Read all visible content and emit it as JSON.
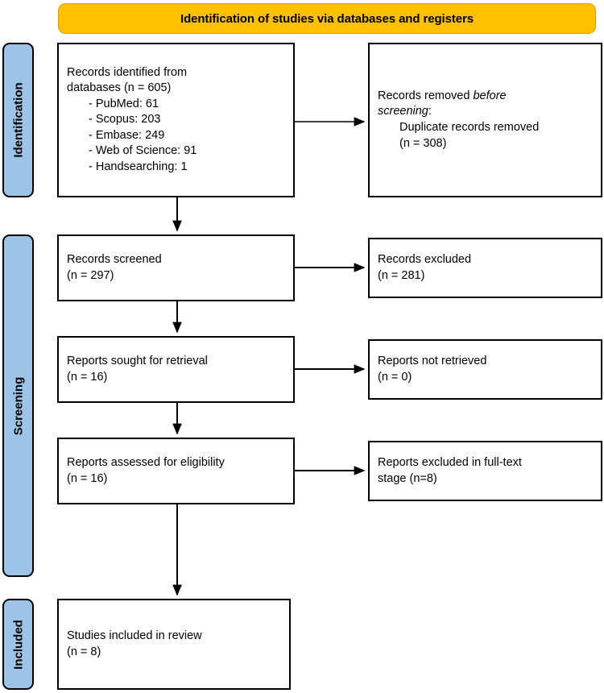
{
  "diagram": {
    "type": "prisma-flow-diagram",
    "title": "Identification of studies via databases and registers",
    "colors": {
      "header_fill": "#FFC000",
      "stage_fill": "#9DC3E6",
      "box_fill": "#FFFFFF",
      "stroke": "#000000"
    }
  },
  "header": {
    "label": "Identification of studies via databases and registers"
  },
  "stages": [
    {
      "key": "identification",
      "label": "Identification"
    },
    {
      "key": "screening",
      "label": "Screening"
    },
    {
      "key": "included",
      "label": "Included"
    }
  ],
  "boxes": {
    "identified": {
      "line1": "Records identified from",
      "line2": "databases (n = 605)",
      "sources": [
        "- PubMed: 61",
        "- Scopus: 203",
        "- Embase: 249",
        "- Web of Science: 91",
        "- Handsearching: 1"
      ]
    },
    "removed": {
      "line1_plain": "Records removed ",
      "line1_italic": "before",
      "line2_italic": "screening",
      "line2_plain": ":",
      "line3": "Duplicate records removed",
      "line4": "(n = 308)"
    },
    "screened": {
      "line1": "Records screened",
      "line2": "(n = 297)"
    },
    "excluded": {
      "line1": "Records excluded",
      "line2": "(n = 281)"
    },
    "sought": {
      "line1": "Reports sought for retrieval",
      "line2": "(n = 16)"
    },
    "not_retrieved": {
      "line1": "Reports not retrieved",
      "line2": "(n = 0)"
    },
    "assessed": {
      "line1": "Reports assessed for eligibility",
      "line2": "(n = 16)"
    },
    "excluded_fulltext": {
      "line1": "Reports excluded in full-text",
      "line2": "stage (n=8)"
    },
    "included": {
      "line1": "Studies included in review",
      "line2": "(n = 8)"
    }
  },
  "chart_data": {
    "type": "flowchart",
    "title": "Identification of studies via databases and registers",
    "stages": [
      "Identification",
      "Screening",
      "Included"
    ],
    "nodes": [
      {
        "id": "identified",
        "stage": "Identification",
        "label": "Records identified from databases",
        "n": 605
      },
      {
        "id": "removed",
        "stage": "Identification",
        "label": "Duplicate records removed before screening",
        "n": 308
      },
      {
        "id": "screened",
        "stage": "Screening",
        "label": "Records screened",
        "n": 297
      },
      {
        "id": "excluded",
        "stage": "Screening",
        "label": "Records excluded",
        "n": 281
      },
      {
        "id": "sought",
        "stage": "Screening",
        "label": "Reports sought for retrieval",
        "n": 16
      },
      {
        "id": "not_retrieved",
        "stage": "Screening",
        "label": "Reports not retrieved",
        "n": 0
      },
      {
        "id": "assessed",
        "stage": "Screening",
        "label": "Reports assessed for eligibility",
        "n": 16
      },
      {
        "id": "excluded_fulltext",
        "stage": "Screening",
        "label": "Reports excluded in full-text stage",
        "n": 8
      },
      {
        "id": "included",
        "stage": "Included",
        "label": "Studies included in review",
        "n": 8
      }
    ],
    "sources": [
      {
        "name": "PubMed",
        "count": 61
      },
      {
        "name": "Scopus",
        "count": 203
      },
      {
        "name": "Embase",
        "count": 249
      },
      {
        "name": "Web of Science",
        "count": 91
      },
      {
        "name": "Handsearching",
        "count": 1
      }
    ],
    "edges": [
      {
        "from": "identified",
        "to": "removed",
        "direction": "right"
      },
      {
        "from": "identified",
        "to": "screened",
        "direction": "down"
      },
      {
        "from": "screened",
        "to": "excluded",
        "direction": "right"
      },
      {
        "from": "screened",
        "to": "sought",
        "direction": "down"
      },
      {
        "from": "sought",
        "to": "not_retrieved",
        "direction": "right"
      },
      {
        "from": "sought",
        "to": "assessed",
        "direction": "down"
      },
      {
        "from": "assessed",
        "to": "excluded_fulltext",
        "direction": "right"
      },
      {
        "from": "assessed",
        "to": "included",
        "direction": "down"
      }
    ]
  }
}
